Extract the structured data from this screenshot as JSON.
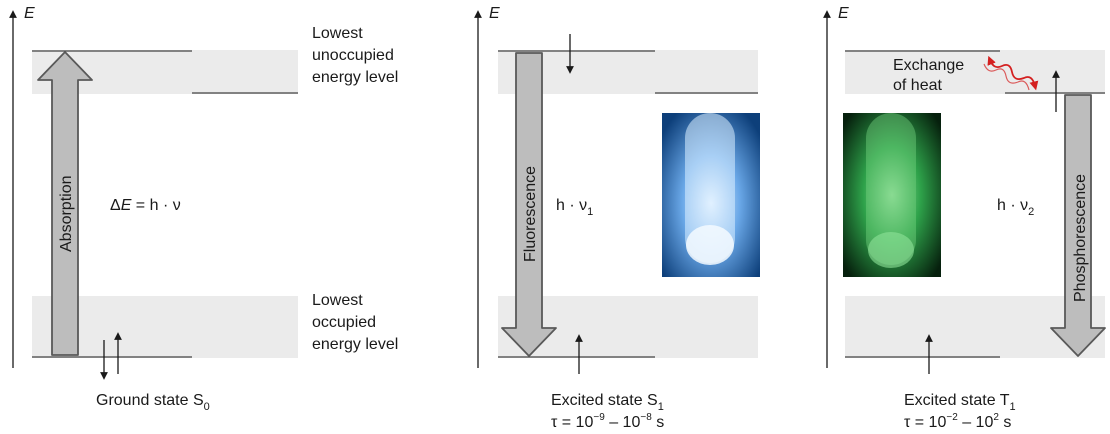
{
  "axis_label": "E",
  "panels": [
    {
      "level_labels": {
        "lumo": [
          "Lowest",
          "unoccupied",
          "energy level"
        ],
        "homo": [
          "Lowest",
          "occupied",
          "energy level"
        ]
      },
      "arrow_label": "Absorption",
      "energy_equation": {
        "delta": "Δ",
        "E": "E",
        "rest": " = h · ν"
      },
      "state": {
        "text": "Ground state S",
        "sub": "0"
      }
    },
    {
      "arrow_label": "Fluorescence",
      "energy_label": {
        "text": "h · ν",
        "sub": "1"
      },
      "photo_color": "#4f90d8",
      "state": {
        "text": "Excited state S",
        "sub": "1"
      },
      "lifetime": {
        "tau": "τ = 10",
        "exp1": "−9",
        "mid": " – 10",
        "exp2": "−8",
        "unit": " s"
      }
    },
    {
      "arrow_label": "Phosphorescence",
      "energy_label": {
        "text": "h · ν",
        "sub": "2"
      },
      "heat_label": [
        "Exchange",
        "of heat"
      ],
      "photo_color": "#2ea24a",
      "state": {
        "text": "Excited state T",
        "sub": "1"
      },
      "lifetime": {
        "tau": "τ = 10",
        "exp1": "−2",
        "mid": " – 10",
        "exp2": "2",
        "unit": " s"
      }
    }
  ],
  "colors": {
    "band": "#ebebeb",
    "big_arrow_fill": "#bdbdbd",
    "big_arrow_stroke": "#595959",
    "heat_arrow": "#d42020"
  }
}
